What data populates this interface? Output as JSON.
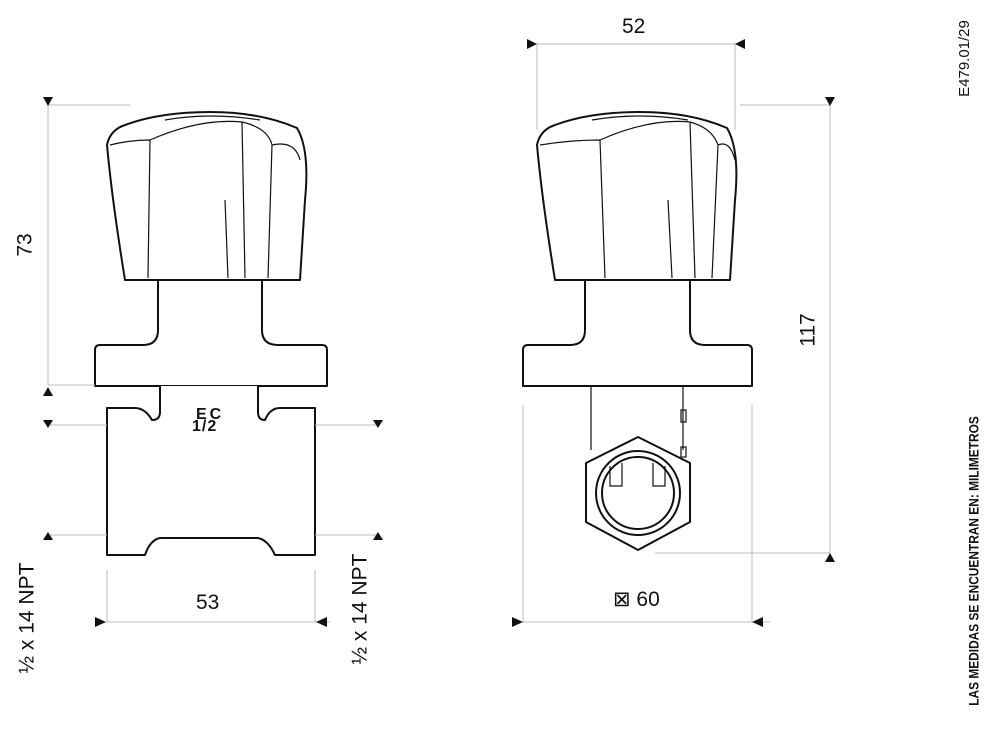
{
  "drawing_code": "E479.01/29",
  "units_note": "LAS MEDIDAS SE ENCUENTRAN EN: MILIMETROS",
  "front_view": {
    "height_dim": "73",
    "width_dim": "53",
    "thread_left": "½ x 14 NPT",
    "thread_right": "½ x 14 NPT",
    "marking_brand": "EC",
    "marking_size": "1/2"
  },
  "side_view": {
    "width_dim": "52",
    "height_dim": "117",
    "hex_dim": "⊠ 60"
  }
}
